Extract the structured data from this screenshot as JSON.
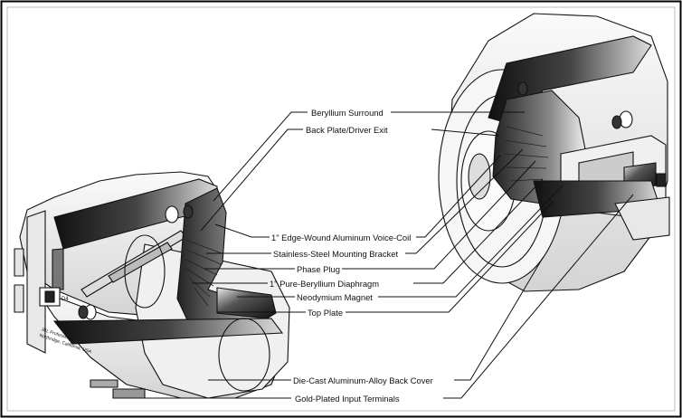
{
  "diagram": {
    "callouts": [
      {
        "id": "beryllium-surround",
        "text": "Beryllium Surround"
      },
      {
        "id": "back-plate-driver-exit",
        "text": "Back Plate/Driver Exit"
      },
      {
        "id": "voice-coil",
        "text": "1\" Edge-Wound Aluminum Voice-Coil"
      },
      {
        "id": "mounting-bracket",
        "text": "Stainless-Steel Mounting Bracket"
      },
      {
        "id": "phase-plug",
        "text": "Phase Plug"
      },
      {
        "id": "diaphragm",
        "text": "1\" Pure-Beryllium Diaphragm"
      },
      {
        "id": "neodymium-magnet",
        "text": "Neodymium Magnet"
      },
      {
        "id": "top-plate",
        "text": "Top Plate"
      },
      {
        "id": "back-cover",
        "text": "Die-Cast Aluminum-Alloy Back Cover"
      },
      {
        "id": "input-terminals",
        "text": "Gold-Plated Input Terminals"
      }
    ],
    "driver_label": {
      "line1": "JBL Professional",
      "line2": "Northridge, California, USA",
      "model": "D4"
    }
  }
}
